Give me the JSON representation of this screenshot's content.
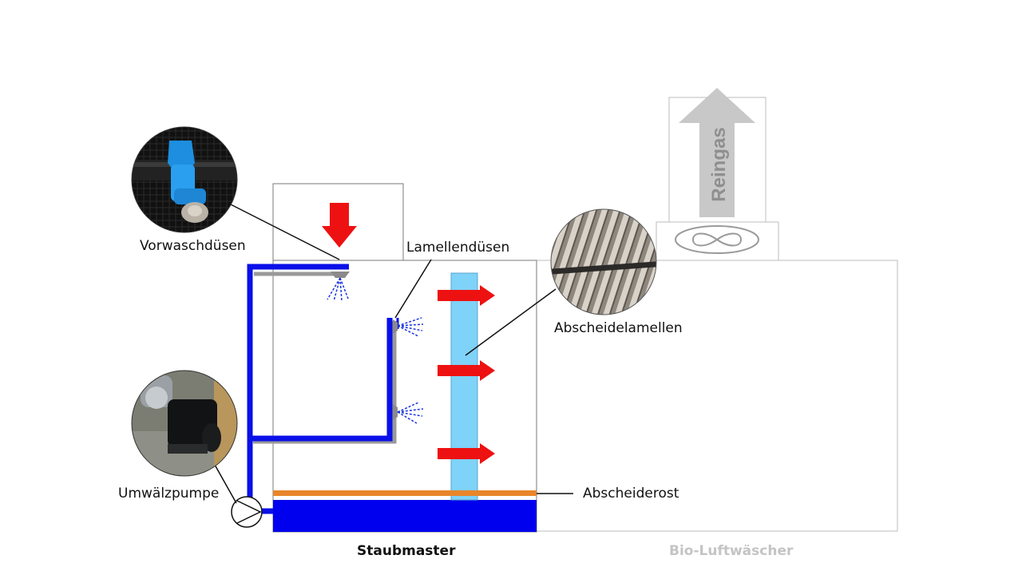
{
  "labels": {
    "vorwaschduesen": "Vorwaschdüsen",
    "lamellenduesen": "Lamellendüsen",
    "abscheidelamellen": "Abscheidelamellen",
    "umwaelzpumpe": "Umwälzpumpe",
    "abscheiderost": "Abscheiderost",
    "staubmaster": "Staubmaster",
    "bio_luftwaescher": "Bio-Luftwäscher",
    "reingas": "Reingas"
  },
  "colors": {
    "pipe_blue": "#0a10e8",
    "water_blue": "#0000ee",
    "lamella_light_blue": "#7fd2f8",
    "arrow_red": "#ee1111",
    "rost_orange": "#e8862a",
    "outline_gray": "#999999",
    "reingas_gray": "#c8c8c8"
  },
  "icons": {
    "vorwasch_photo": "blue-spray-nozzle-photo",
    "pump_photo": "circulation-pump-photo",
    "lamellen_photo": "separator-lamellae-photo",
    "pump_symbol": "pump-symbol-icon",
    "fan_symbol": "fan-symbol-icon"
  }
}
